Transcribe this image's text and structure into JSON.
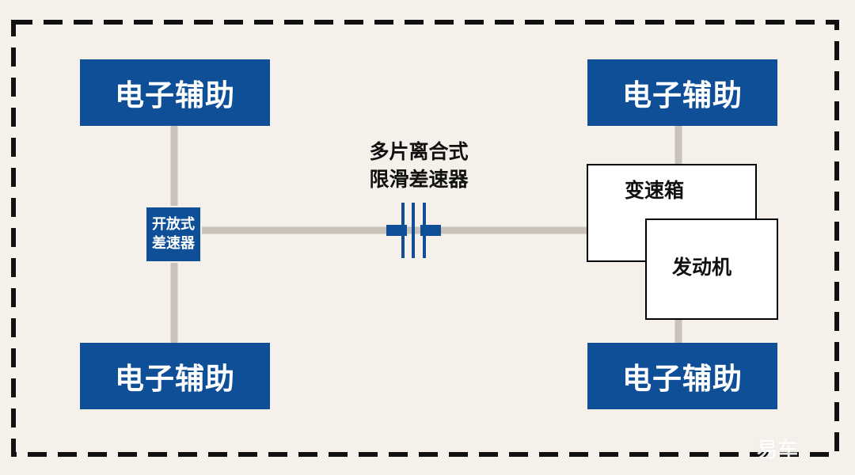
{
  "diagram": {
    "wheel_assist_label": "电子辅助",
    "open_differential": {
      "line1": "开放式",
      "line2": "差速器"
    },
    "limited_slip_differential": {
      "line1": "多片离合式",
      "line2": "限滑差速器"
    },
    "gearbox_label": "变速箱",
    "engine_label": "发动机"
  },
  "colors": {
    "background": "#f5f1ea",
    "box_blue": "#0f4f98",
    "shaft": "#c8c2b8",
    "frame": "#111111"
  },
  "watermark": {
    "text": "易车"
  }
}
